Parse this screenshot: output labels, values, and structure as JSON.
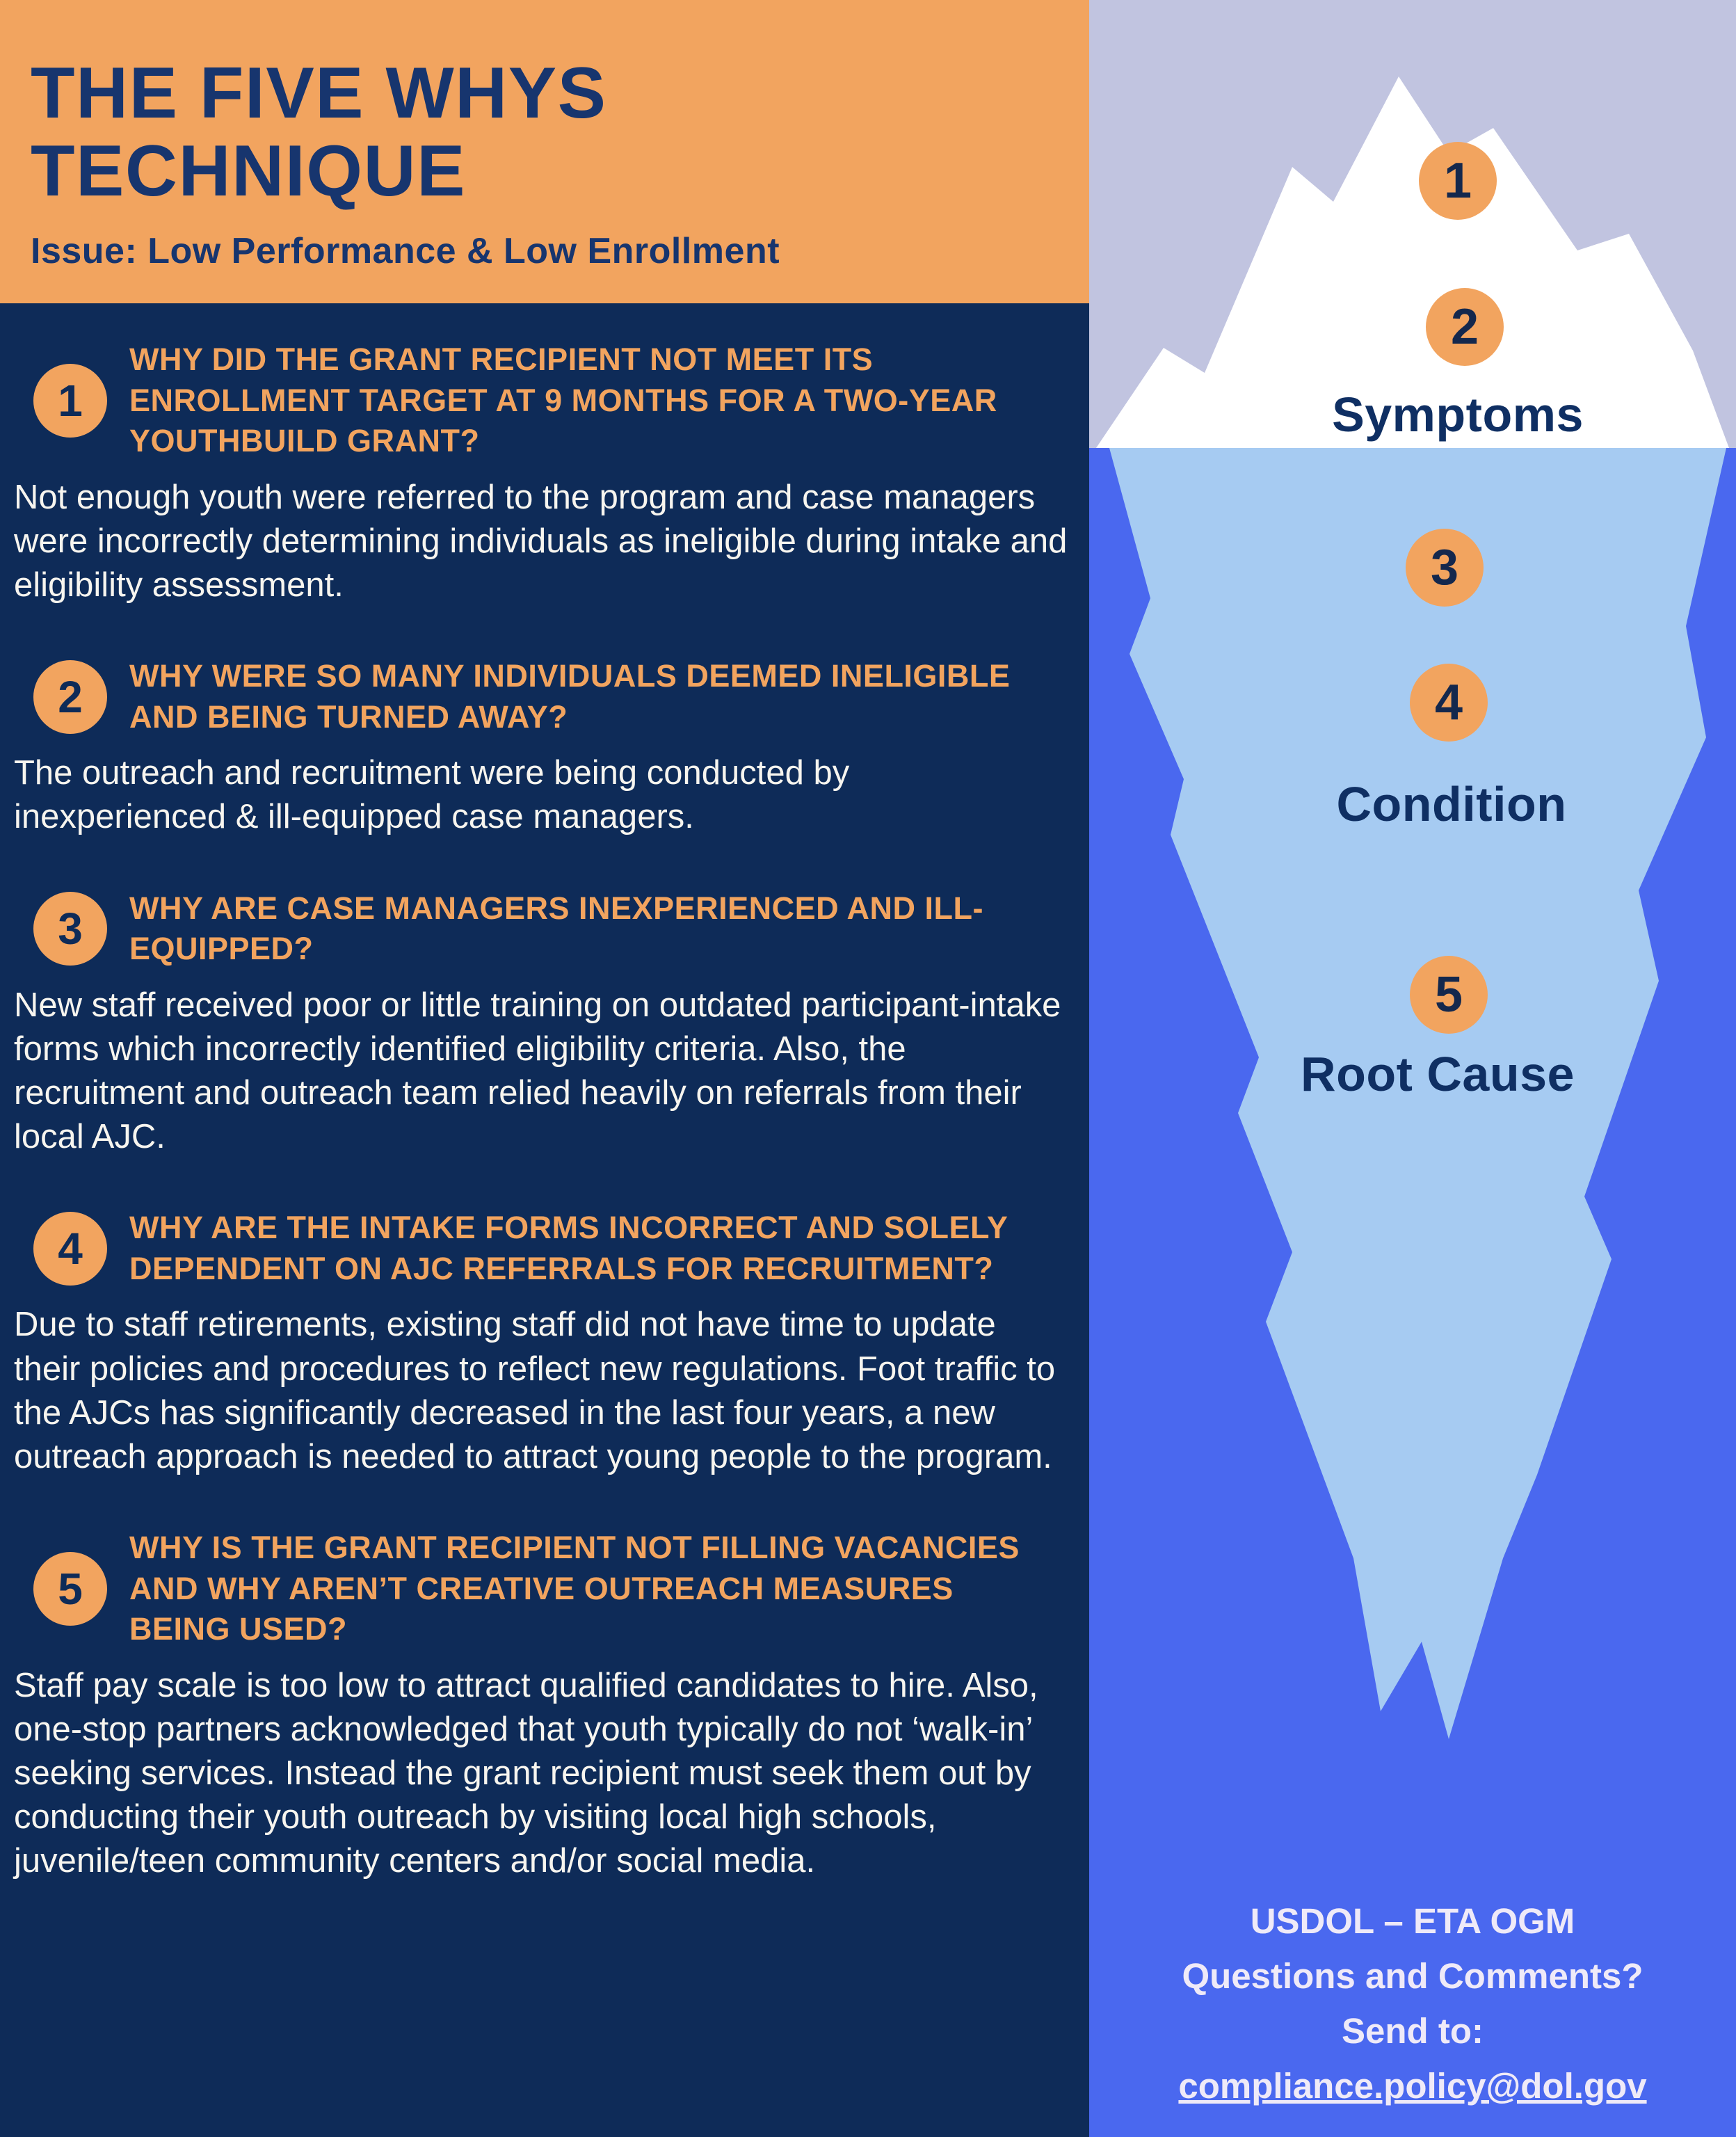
{
  "header": {
    "title_line1": "THE FIVE WHYS",
    "title_line2": "TECHNIQUE",
    "subtitle": "Issue: Low Performance & Low Enrollment"
  },
  "whys": [
    {
      "number": "1",
      "question": "WHY DID THE GRANT RECIPIENT NOT MEET ITS ENROLLMENT TARGET AT 9 MONTHS FOR A TWO-YEAR YOUTHBUILD GRANT?",
      "answer": "Not enough youth were referred to the program and case managers were incorrectly determining individuals as ineligible during intake and eligibility assessment."
    },
    {
      "number": "2",
      "question": "WHY WERE SO MANY INDIVIDUALS DEEMED INELIGIBLE AND BEING TURNED AWAY?",
      "answer": "The outreach and recruitment were being conducted by inexperienced & ill-equipped case managers."
    },
    {
      "number": "3",
      "question": "WHY ARE CASE MANAGERS INEXPERIENCED AND ILL-EQUIPPED?",
      "answer": "New staff received poor or little training on outdated participant-intake forms which incorrectly identified eligibility criteria. Also, the recruitment and outreach team relied heavily on referrals from their local AJC."
    },
    {
      "number": "4",
      "question": "WHY ARE THE INTAKE FORMS INCORRECT AND SOLELY DEPENDENT ON AJC REFERRALS FOR RECRUITMENT?",
      "answer": "Due to staff retirements, existing staff did not have time to update their policies and procedures to reflect new regulations. Foot traffic to the AJCs has significantly decreased in the last four years, a new outreach approach is needed to attract young people to the program."
    },
    {
      "number": "5",
      "question": "WHY IS THE GRANT RECIPIENT NOT FILLING VACANCIES AND WHY AREN’T CREATIVE OUTREACH MEASURES BEING USED?",
      "answer": "Staff pay scale is too low to attract qualified candidates to hire. Also, one-stop partners acknowledged that youth typically do not ‘walk-in’ seeking services. Instead the grant recipient must seek them out by conducting their youth outreach by visiting local high schools, juvenile/teen community centers and/or social media."
    }
  ],
  "iceberg": {
    "numbers": [
      "1",
      "2",
      "3",
      "4",
      "5"
    ],
    "labels": {
      "symptoms": "Symptoms",
      "condition": "Condition",
      "root_cause": "Root Cause"
    }
  },
  "footer": {
    "org": "USDOL – ETA OGM",
    "question_line": "Questions and Comments?",
    "send_to": "Send to:",
    "email": "compliance.policy@dol.gov"
  },
  "colors": {
    "navy_background": "#0e2b58",
    "accent_orange": "#f2a45f",
    "title_navy": "#17356e",
    "water_blue": "#4a68ef",
    "sky_lavender": "#c1c4e0",
    "iceberg_above_water": "#ffffff",
    "iceberg_below_water": "#a6cbf2",
    "label_navy": "#0f2f63"
  }
}
